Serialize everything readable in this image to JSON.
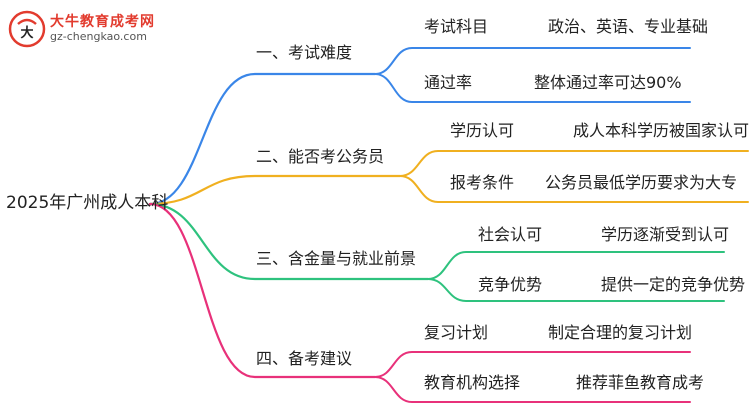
{
  "logo": {
    "name": "大牛教育成考网",
    "url": "gz-chengkao.com"
  },
  "root": "2025年广州成人本科",
  "colors": {
    "branch1": "#3a86e8",
    "branch2": "#f0b020",
    "branch3": "#2ec27e",
    "branch4": "#e8317a"
  },
  "branches": [
    {
      "label": "一、考试难度",
      "items": [
        {
          "label": "考试科目",
          "value": "政治、英语、专业基础"
        },
        {
          "label": "通过率",
          "value": "整体通过率可达90%"
        }
      ]
    },
    {
      "label": "二、能否考公务员",
      "items": [
        {
          "label": "学历认可",
          "value": "成人本科学历被国家认可"
        },
        {
          "label": "报考条件",
          "value": "公务员最低学历要求为大专"
        }
      ]
    },
    {
      "label": "三、含金量与就业前景",
      "items": [
        {
          "label": "社会认可",
          "value": "学历逐渐受到认可"
        },
        {
          "label": "竞争优势",
          "value": "提供一定的竞争优势"
        }
      ]
    },
    {
      "label": "四、备考建议",
      "items": [
        {
          "label": "复习计划",
          "value": "制定合理的复习计划"
        },
        {
          "label": "教育机构选择",
          "value": "推荐菲鱼教育成考"
        }
      ]
    }
  ]
}
